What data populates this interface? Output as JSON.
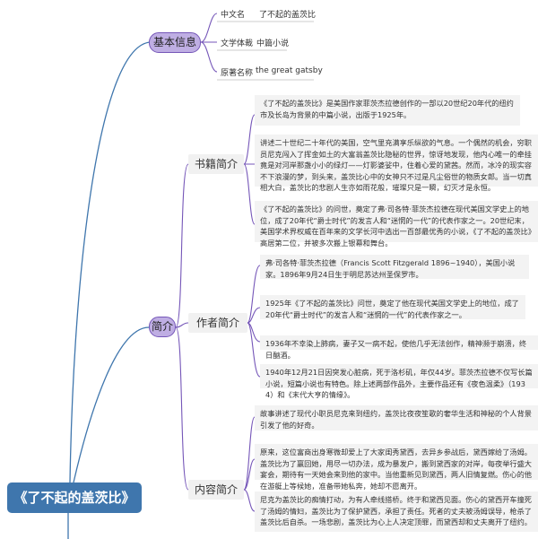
{
  "root": {
    "title": "《了不起的盖茨比》"
  },
  "basic_info": {
    "label": "基本信息",
    "items": [
      {
        "label": "中文名",
        "value": "了不起的盖茨比"
      },
      {
        "label": "文学体裁",
        "value": "中篇小说"
      },
      {
        "label": "原著名称",
        "value": "the great gatsby"
      }
    ]
  },
  "book_intro": {
    "label": "书籍简介",
    "paragraphs": [
      "《了不起的盖茨比》是美国作家菲茨杰拉德创作的一部以20世纪20年代的纽约市及长岛为背景的中篇小说，出版于1925年。",
      "讲述二十世纪二十年代的美国，空气里充满享乐纵欲的气息。一个偶然的机会，穷职员尼克闯入了挥金如土的大富翁盖茨比隐秘的世界，惊讶地发现，他内心唯一的牵挂竟是对河岸那盏小小的绿灯——灯影婆娑中，住着心爱的黛茜。然而，冰冷的现实容不下浪漫的梦，到头来，盖茨比心中的女神只不过是凡尘俗世的物质女郎。当一切真相大白，盖茨比的悲剧人生亦如雨花般，璀璨只是一瞬，幻灭才是永恒。",
      "《了不起的盖茨比》的问世，奠定了弗·司各特·菲茨杰拉德在现代美国文学史上的地位，成了20年代“爵士时代”的发言人和“迷惘的一代”的代表作家之一。20世纪末，美国学术界权威在百年来的文学长河中选出一百部最优秀的小说，《了不起的盖茨比》高居第二位，并被多次搬上银幕和舞台。"
    ]
  },
  "intro": {
    "label": "简介"
  },
  "author_intro": {
    "label": "作者简介",
    "paragraphs": [
      "弗·司各特·菲茨杰拉德（Francis Scott Fitzgerald 1896~1940），美国小说家。1896年9月24日生于明尼苏达州圣保罗市。",
      "1925年《了不起的盖茨比》问世，奠定了他在现代美国文学史上的地位，成了20年代“爵士时代”的发言人和“迷惘的一代”的代表作家之一。",
      "1936年不幸染上肺病，妻子又一病不起，使他几乎无法创作，精神濒于崩溃，终日酗酒。",
      "1940年12月21日因突发心脏病，死于洛杉矶，年仅44岁。菲茨杰拉德不仅写长篇小说，短篇小说也有特色。除上述两部作品外，主要作品还有《夜色温柔》（1934）和《末代大亨的情缘》。"
    ]
  },
  "content_intro": {
    "label": "内容简介",
    "paragraphs": [
      "故事讲述了现代小职员尼克来到纽约，盖茨比夜夜笙歌的奢华生活和神秘的个人背景引发了他的好奇。",
      "原来，这位富商出身寒微却爱上了大家闺秀黛西，去异乡参战后，黛西嫁给了汤姆。盖茨比为了赢回她，用尽一切办法，成为暴发户，搬到黛西家的对岸，每夜举行盛大宴会，期待有一天她会来到他的家中。当他重新见到黛西，两人旧情复燃。伤心的他在游艇上等候她，准备带她私奔，她却不愿离开。",
      "尼克为盖茨比的痴情打动，为有人牵线搭桥。终于和黛西见面。伤心的黛西开车撞死了汤姆的情妇，盖茨比为了保护黛西，承担了责任。死者的丈夫被汤姆误导，枪杀了盖茨比后自杀。一场悲剧，盖茨比为心上人决定顶罪，而黛西却和丈夫离开了纽约。"
    ]
  }
}
